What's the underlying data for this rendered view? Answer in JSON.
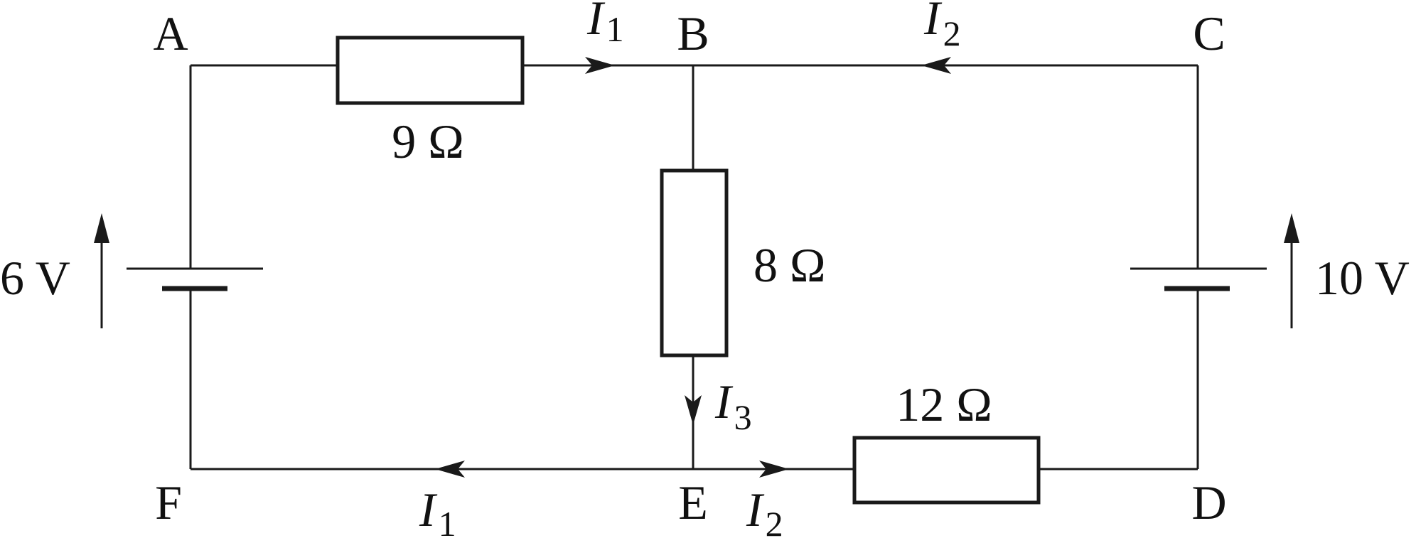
{
  "nodes": {
    "A": "A",
    "B": "B",
    "C": "C",
    "D": "D",
    "E": "E",
    "F": "F"
  },
  "components": {
    "r_ab": "9 Ω",
    "r_be": "8 Ω",
    "r_ed": "12 Ω",
    "battery_left": "6 V",
    "battery_right": "10 V"
  },
  "currents": {
    "i1_top": {
      "symbol": "I",
      "sub": "1"
    },
    "i2_top": {
      "symbol": "I",
      "sub": "2"
    },
    "i3": {
      "symbol": "I",
      "sub": "3"
    },
    "i1_bottom": {
      "symbol": "I",
      "sub": "1"
    },
    "i2_bottom": {
      "symbol": "I",
      "sub": "2"
    }
  }
}
